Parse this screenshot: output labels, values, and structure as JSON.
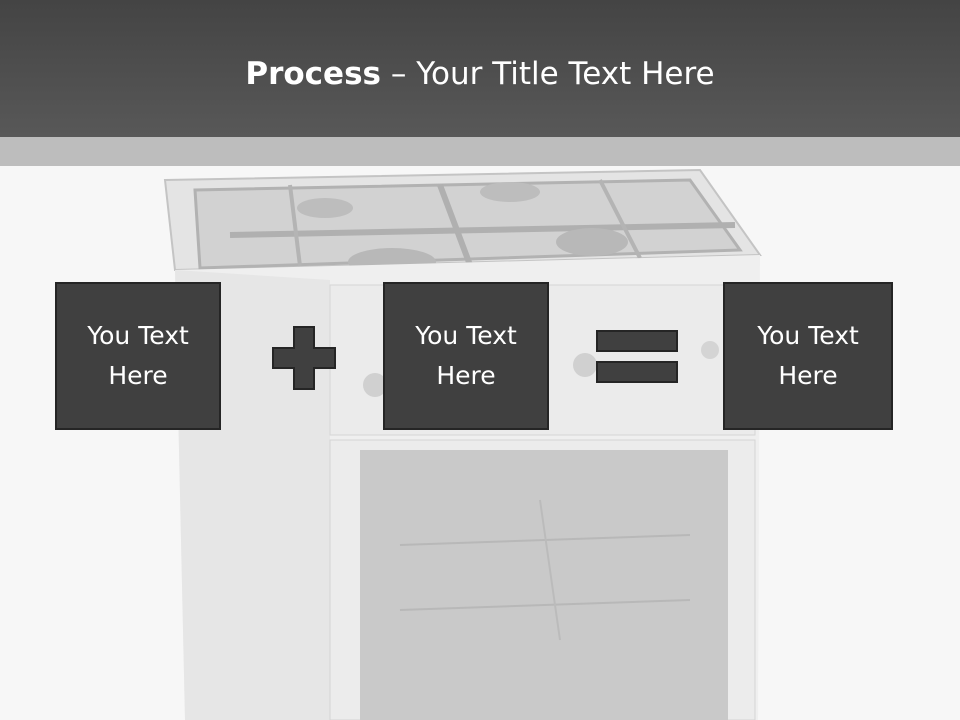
{
  "title": {
    "bold": "Process",
    "rest": " – Your Title Text Here"
  },
  "boxes": [
    {
      "text": "You Text Here"
    },
    {
      "text": "You Text Here"
    },
    {
      "text": "You Text Here"
    }
  ],
  "operators": [
    "plus-icon",
    "equals-icon"
  ],
  "colors": {
    "title_bar": "#4a4a4a",
    "box_fill": "#404040",
    "box_border": "#252525",
    "text": "#ffffff"
  }
}
